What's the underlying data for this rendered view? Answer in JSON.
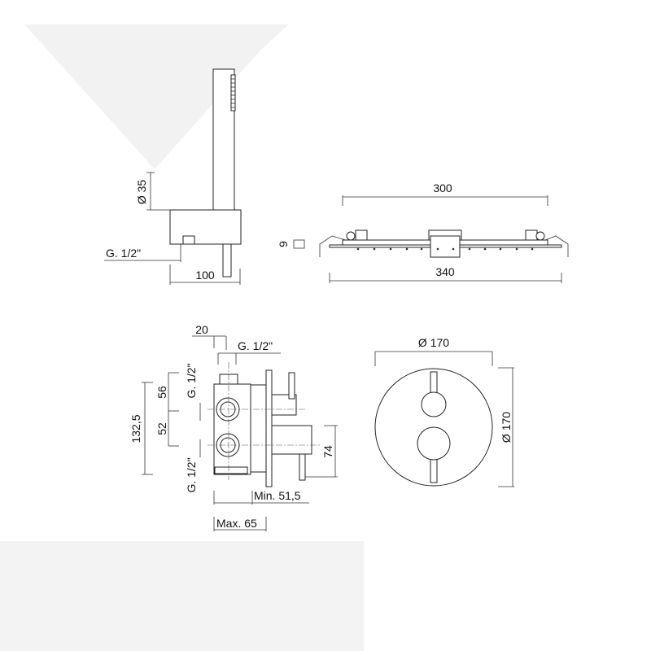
{
  "hand_shower": {
    "diameter": "Ø 35",
    "thread": "G. 1/2\"",
    "width": "100"
  },
  "shower_head": {
    "inner_width": "300",
    "outer_width": "340",
    "thickness": "9"
  },
  "mixer_side": {
    "offset": "20",
    "top_thread": "G. 1/2\"",
    "left_thread_top": "G. 1/2\"",
    "left_thread_bottom": "G. 1/2\"",
    "height_total": "132,5",
    "spacing_upper": "56",
    "spacing_lower": "52",
    "handle_height": "74",
    "min_depth": "Min. 51,5",
    "max_depth": "Max. 65"
  },
  "mixer_front": {
    "width": "Ø 170",
    "height": "Ø 170"
  },
  "colors": {
    "background_shape": "#f2f2f2",
    "line": "#222222"
  }
}
